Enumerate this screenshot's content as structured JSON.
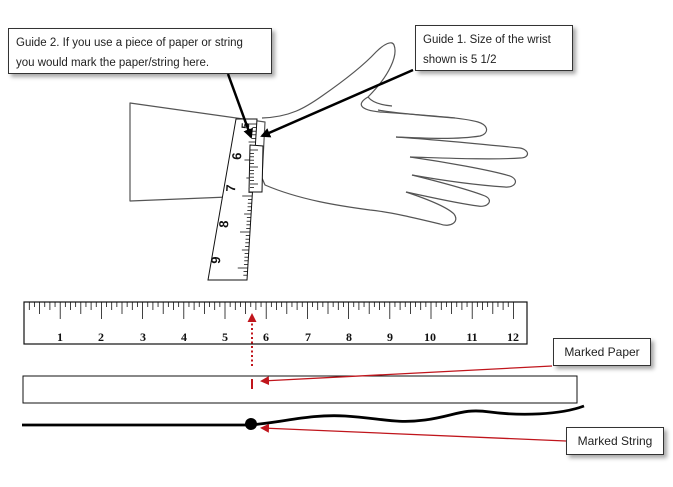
{
  "guides": {
    "guide2_line1": "Guide 2.  If you use a piece of paper or string",
    "guide2_line2": "you would mark the paper/string here.",
    "guide1_line1": "Guide 1. Size of the wrist",
    "guide1_line2": "shown is 5 1/2"
  },
  "labels": {
    "marked_paper": "Marked Paper",
    "marked_string": "Marked String"
  },
  "ruler": {
    "numbers": [
      "1",
      "2",
      "3",
      "4",
      "5",
      "6",
      "7",
      "8",
      "9",
      "10",
      "11",
      "12"
    ]
  },
  "tape": {
    "numbers": [
      "5",
      "6",
      "7",
      "8",
      "9"
    ]
  },
  "colors": {
    "arrow_black": "#000000",
    "arrow_red": "#c0151c",
    "outline": "#555555"
  }
}
